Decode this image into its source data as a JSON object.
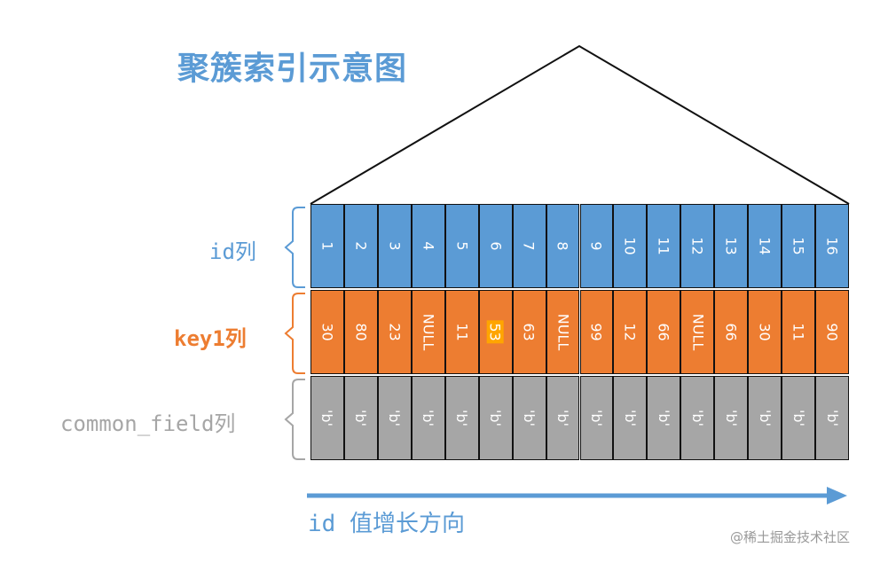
{
  "title": "聚簇索引示意图",
  "labels": {
    "id": "id列",
    "key1": "key1列",
    "common": "common_field列"
  },
  "rows": {
    "id": [
      "1",
      "2",
      "3",
      "4",
      "5",
      "6",
      "7",
      "8",
      "9",
      "10",
      "11",
      "12",
      "13",
      "14",
      "15",
      "16"
    ],
    "key1": [
      "30",
      "80",
      "23",
      "NULL",
      "11",
      "53",
      "63",
      "NULL",
      "99",
      "12",
      "66",
      "NULL",
      "66",
      "30",
      "11",
      "90"
    ],
    "common": [
      "'b'",
      "'b'",
      "'b'",
      "'b'",
      "'b'",
      "'b'",
      "'b'",
      "'b'",
      "'b'",
      "'b'",
      "'b'",
      "'b'",
      "'b'",
      "'b'",
      "'b'",
      "'b'"
    ]
  },
  "highlighted_key1_value": "53",
  "direction_label": "id 值增长方向",
  "watermark": "@稀土掘金技术社区",
  "colors": {
    "id": "#5b9bd5",
    "key1": "#ed7d31",
    "common": "#a6a6a6",
    "highlight": "#ffa500"
  }
}
